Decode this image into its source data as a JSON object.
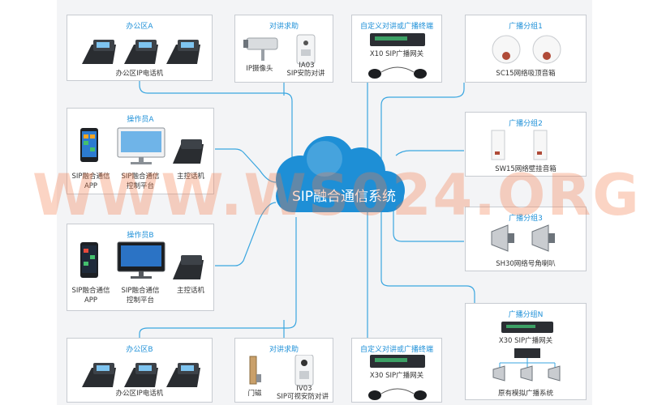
{
  "cloud": {
    "label": "SIP融合通信系统"
  },
  "watermark": "WWW.WS024.ORG",
  "office_a": {
    "title": "办公区A",
    "caption": "办公区IP电话机"
  },
  "office_b": {
    "title": "办公区B",
    "caption": "办公区IP电话机"
  },
  "intercom_top": {
    "title": "对讲求助",
    "camera": "IP摄像头",
    "model": "IA03",
    "model_desc": "SIP安防对讲"
  },
  "intercom_bottom": {
    "title": "对讲求助",
    "door": "门磁",
    "model": "IV03",
    "model_desc": "SIP可视安防对讲"
  },
  "terminal_top": {
    "title": "自定义对讲或广播终端",
    "gateway": "X10 SIP广播网关"
  },
  "terminal_bottom": {
    "title": "自定义对讲或广播终端",
    "gateway": "X30 SIP广播网关"
  },
  "operator_a": {
    "title": "操作员A",
    "app_line1": "SIP融合通信",
    "app_line2": "APP",
    "platform_line1": "SIP融合通信",
    "platform_line2": "控制平台",
    "phone": "主控话机"
  },
  "operator_b": {
    "title": "操作员B",
    "app_line1": "SIP融合通信",
    "app_line2": "APP",
    "platform_line1": "SIP融合通信",
    "platform_line2": "控制平台",
    "phone": "主控话机"
  },
  "group1": {
    "title": "广播分组1",
    "caption": "SC15网络吸顶音箱"
  },
  "group2": {
    "title": "广播分组2",
    "caption": "SW15网络壁挂音箱"
  },
  "group3": {
    "title": "广播分组3",
    "caption": "SH30网络号角喇叭"
  },
  "groupN": {
    "title": "广播分组N",
    "gateway": "X30 SIP广播网关",
    "caption": "原有模拟广播系统"
  },
  "colors": {
    "line": "#3aa6e0",
    "cloud": "#1e8fd6",
    "title": "#1e90d8",
    "border": "#c7cbd1"
  }
}
